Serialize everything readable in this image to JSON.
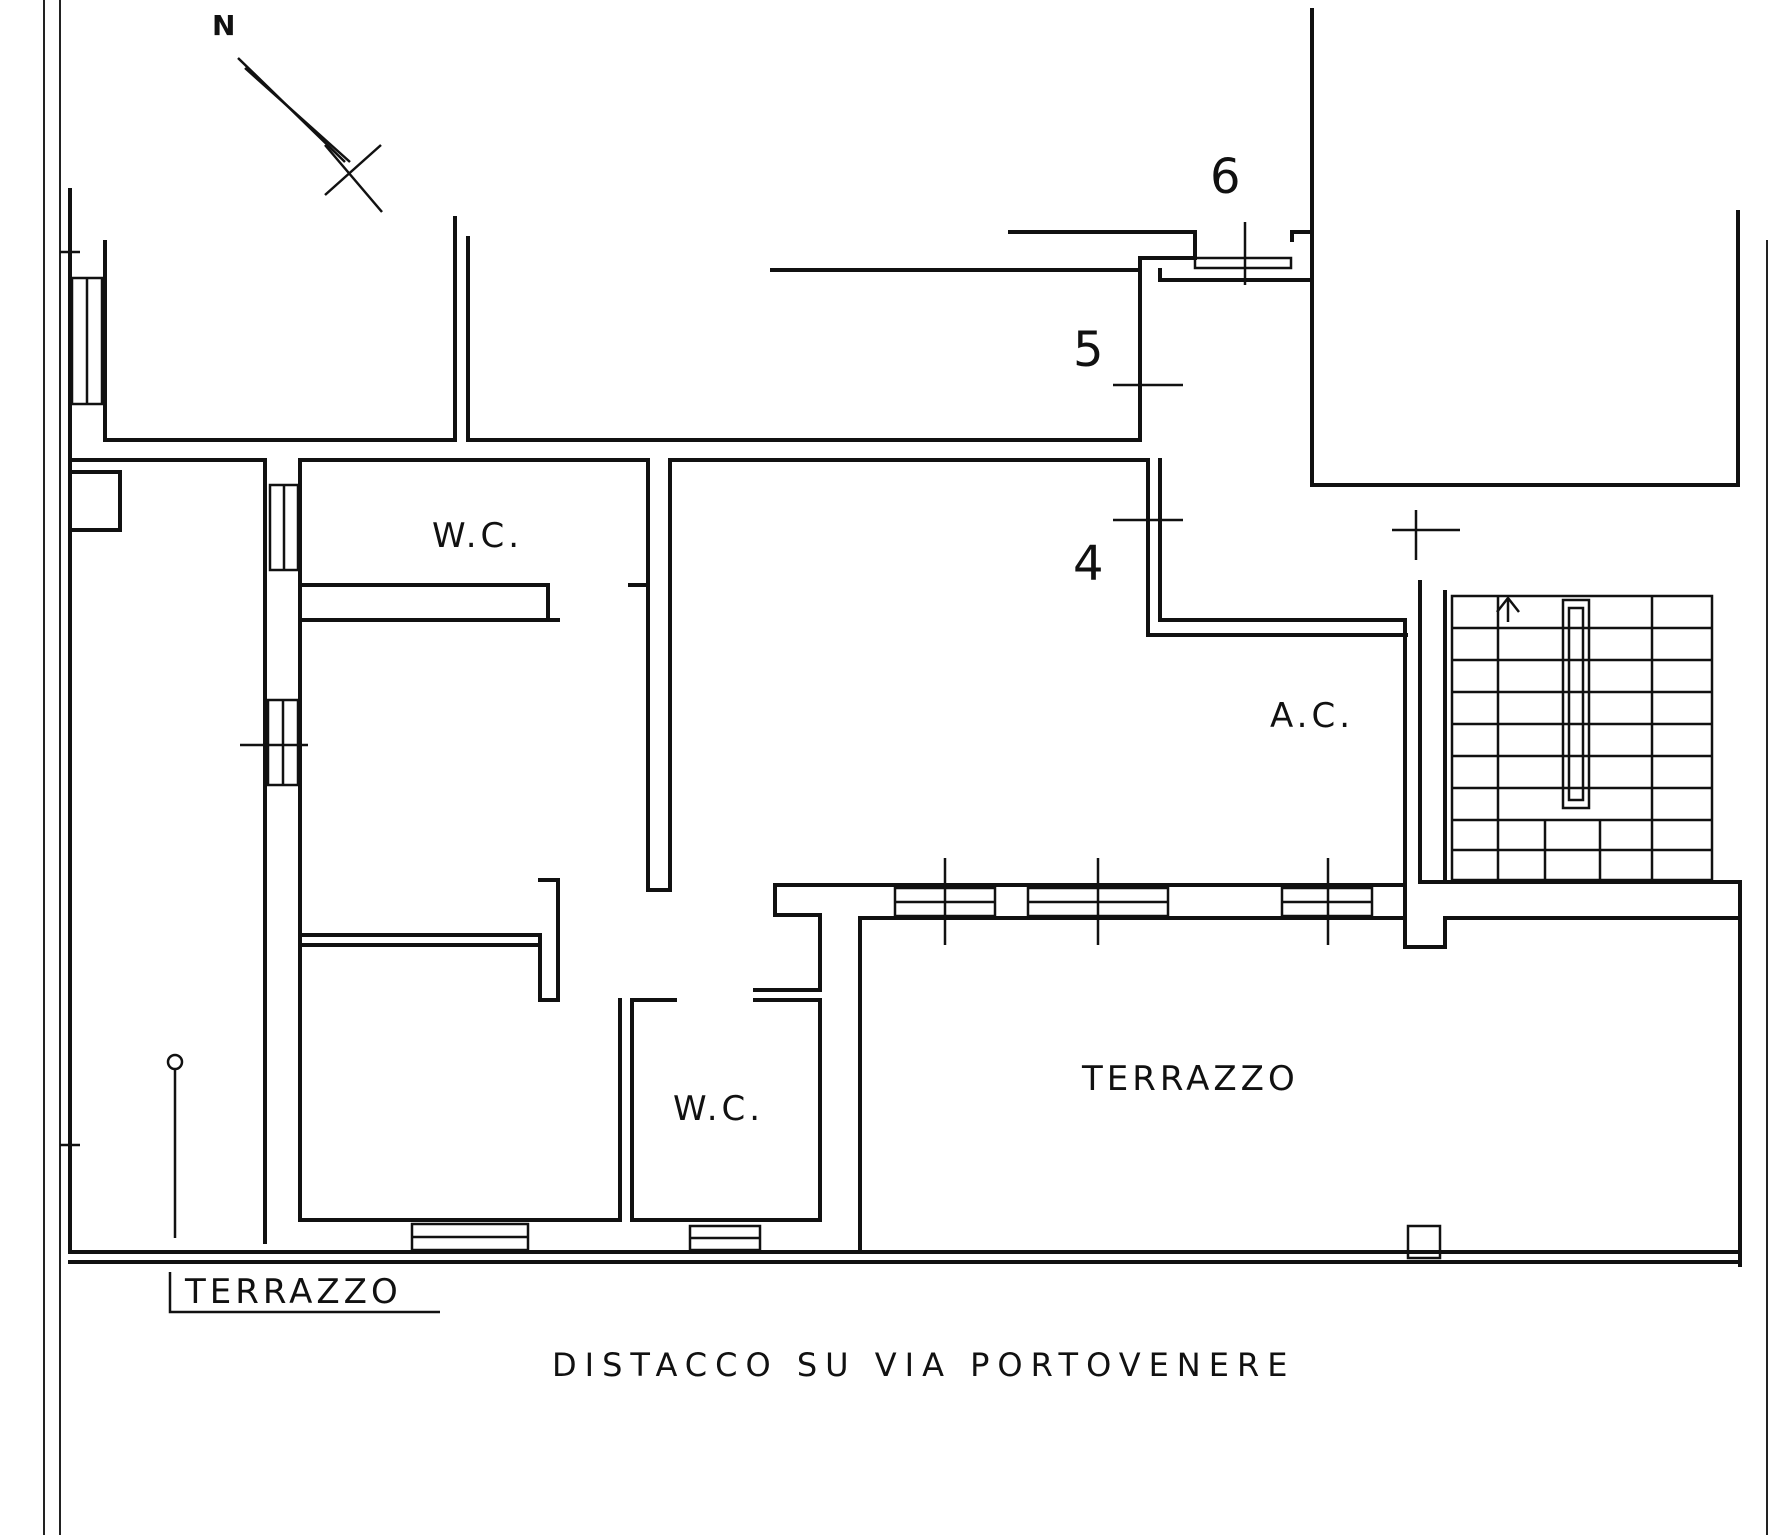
{
  "labels": {
    "north": "N",
    "wc_upper": "W.C.",
    "wc_lower": "W.C.",
    "ac": "A.C.",
    "terrazzo_main": "TERRAZZO",
    "terrazzo_left": "TERRAZZO",
    "street": "DISTACCO SU VIA PORTOVENERE",
    "marker_4": "4",
    "marker_5": "5",
    "marker_6": "6"
  },
  "colors": {
    "ink": "#111111",
    "paper": "#ffffff"
  }
}
